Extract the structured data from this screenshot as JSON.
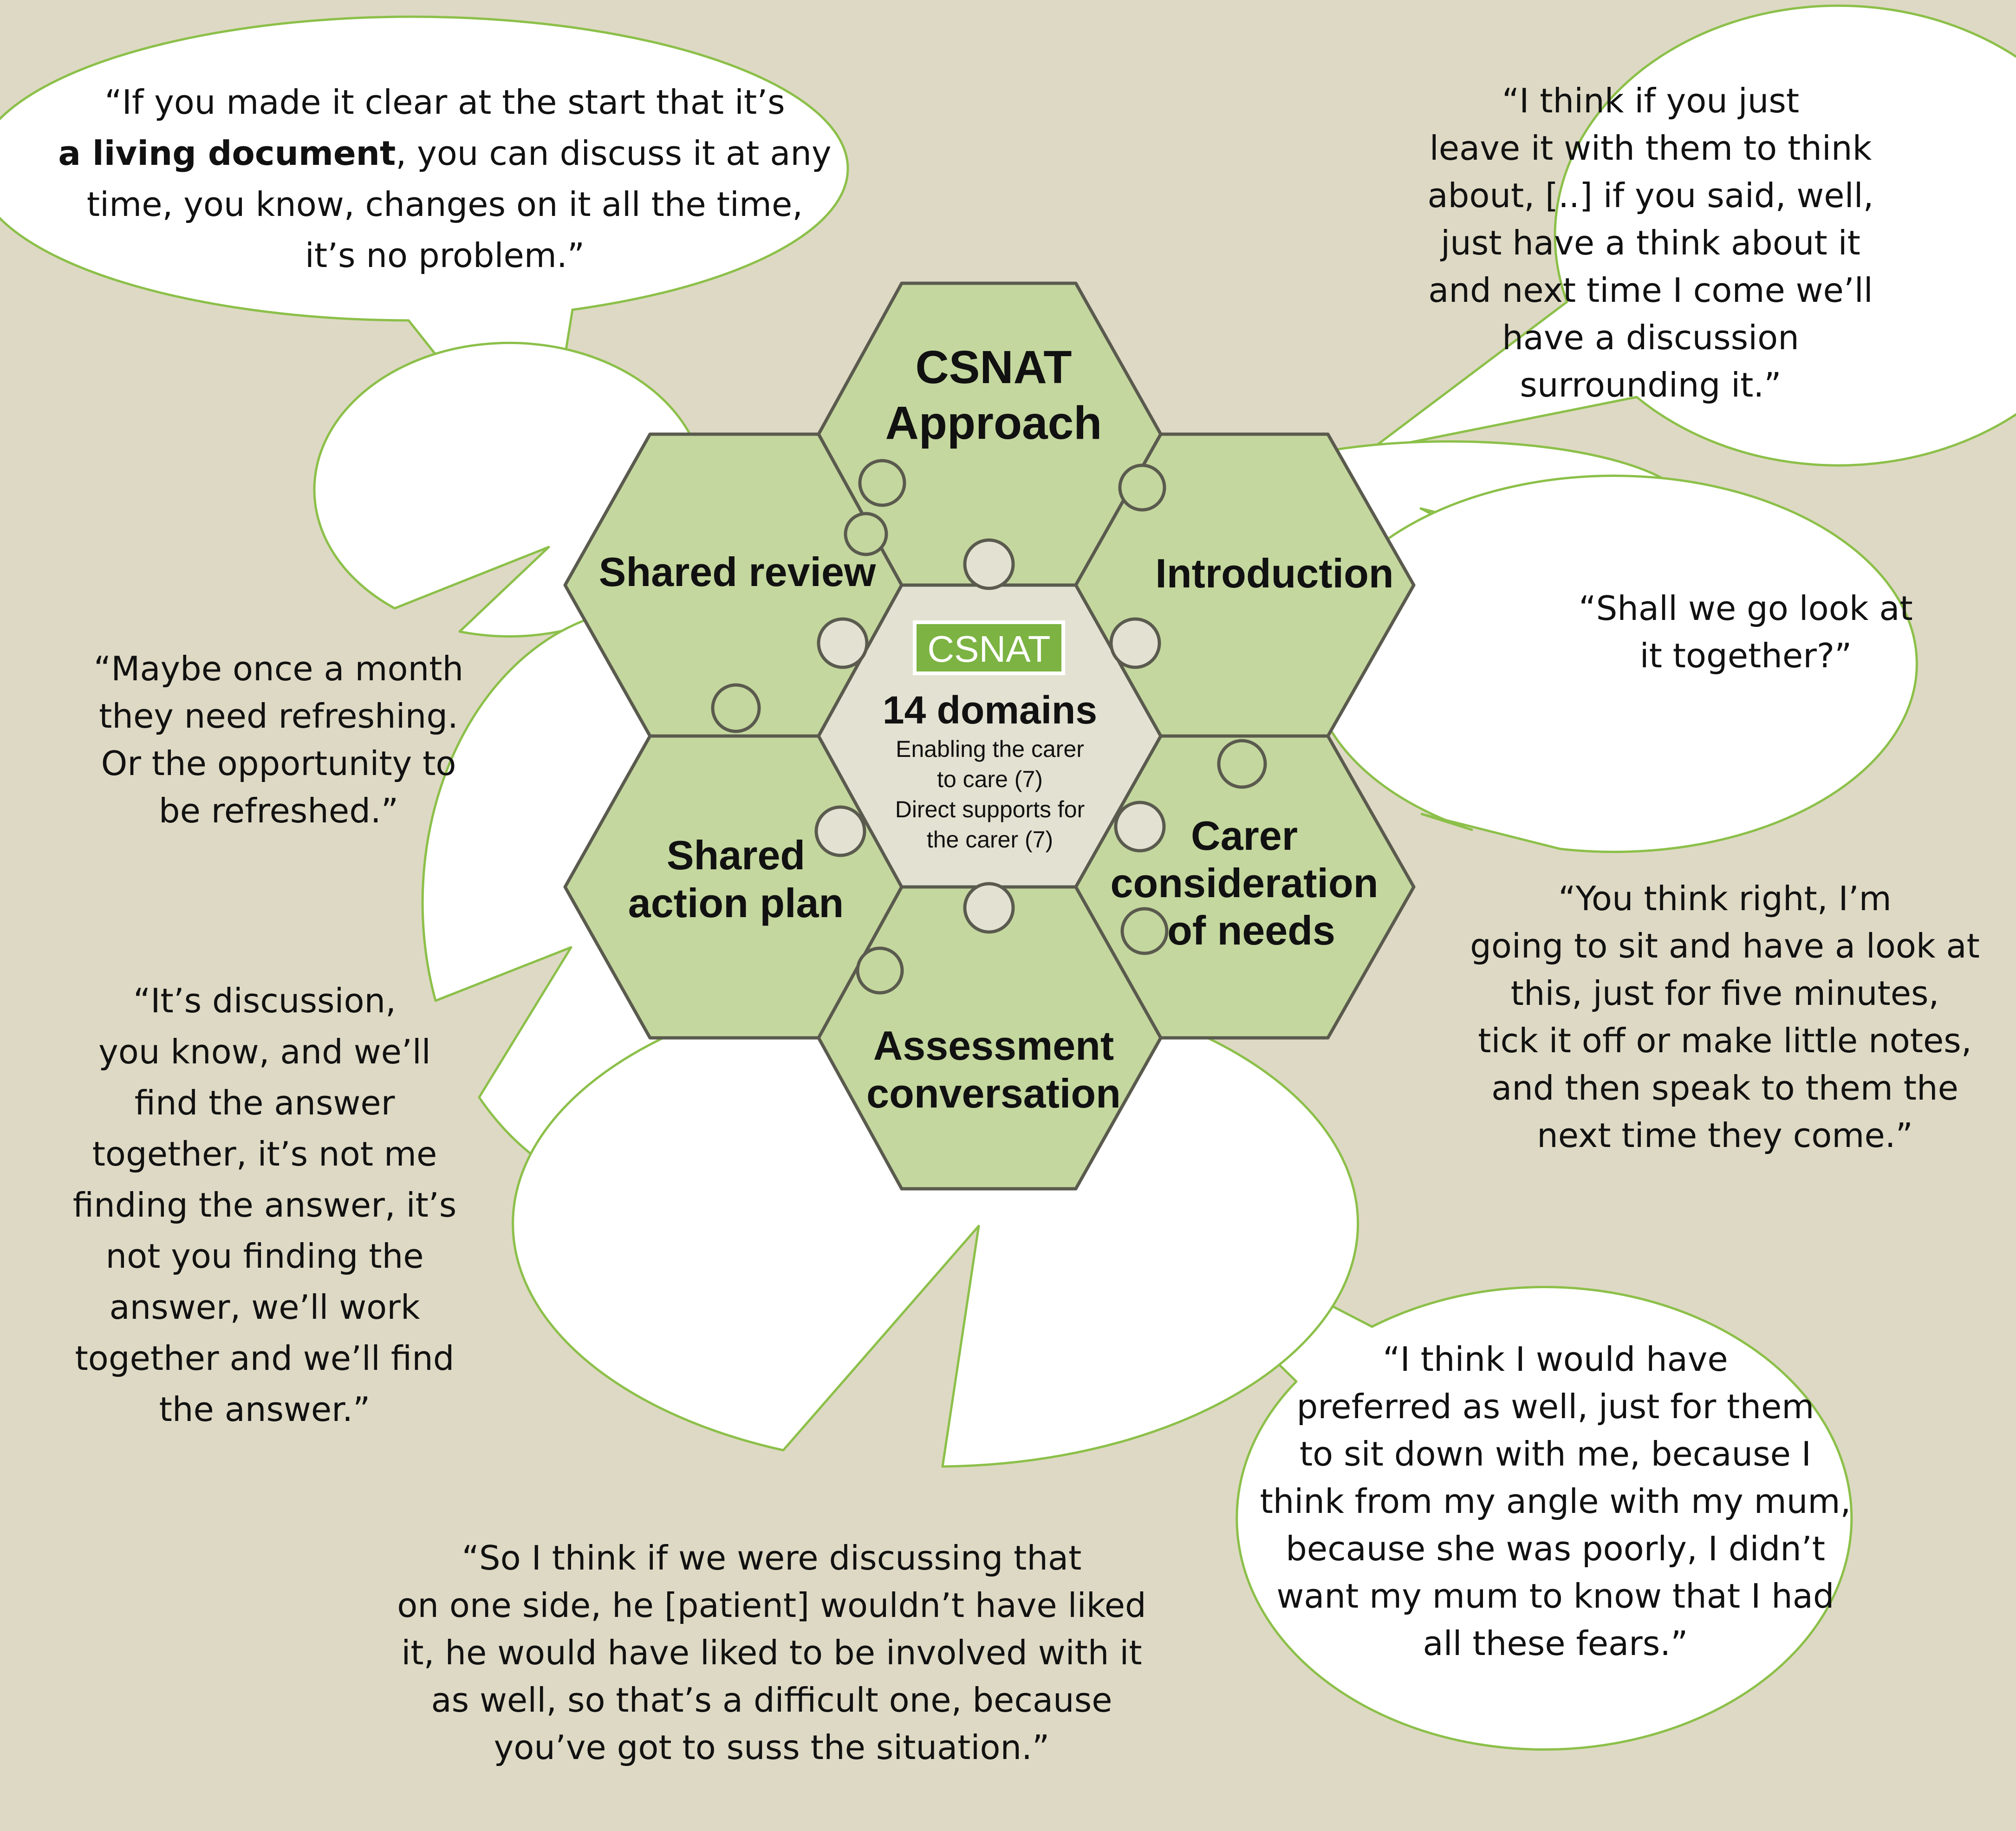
{
  "colors": {
    "background": "#ded9c4",
    "hex_fill": "#c4d79e",
    "hex_stroke": "#5a5a4e",
    "center_fill": "#e3e2d2",
    "bubble_fill": "#ffffff",
    "bubble_stroke": "#8cc04a",
    "badge_green": "#7cb342"
  },
  "diagram": {
    "approach_title": [
      "CSNAT",
      "Approach"
    ],
    "segments": {
      "introduction": [
        "Introduction"
      ],
      "carer_consideration": [
        "Carer",
        "consideration",
        "of needs"
      ],
      "assessment_conversation": [
        "Assessment",
        "conversation"
      ],
      "shared_action_plan": [
        "Shared",
        "action plan"
      ],
      "shared_review": [
        "Shared review"
      ]
    },
    "center": {
      "badge": "CSNAT",
      "title": "14 domains",
      "lines": [
        "Enabling the carer",
        "to care (7)",
        "Direct supports for",
        "the carer (7)"
      ]
    }
  },
  "quotes": {
    "living_document": {
      "line1": "“If you made it clear at the start that it’s",
      "line2_bold": "a living document",
      "line2_rest": ", you can discuss it at any",
      "line3": "time, you know, changes on it all the time,",
      "line4": "it’s no problem.”"
    },
    "leave_it": [
      "“I think if you just",
      "leave it with them to think",
      "about, [..] if you said, well,",
      "just have a think about it",
      "and next time I come we’ll",
      "have a discussion",
      "surrounding it.”"
    ],
    "look_together": [
      "“Shall we go look at",
      "it together?”"
    ],
    "refreshing": [
      "“Maybe once a month",
      "they need refreshing.",
      "Or the opportunity to",
      "be refreshed.”"
    ],
    "sit_and_look": [
      "“You think right, I’m",
      "going to sit and have a look at",
      "this, just for five minutes,",
      "tick it off or make little notes,",
      "and then speak to them the",
      "next time they come.”"
    ],
    "discussion": [
      "“It’s discussion,",
      "you know, and we’ll",
      "find the answer",
      "together, it’s not me",
      "finding the answer, it’s",
      "not you finding the",
      "answer, we’ll work",
      "together and we’ll find",
      "the answer.”"
    ],
    "preferred": [
      "“I think I would have",
      "preferred as well, just for them",
      "to sit down with me, because I",
      "think from my angle with my mum,",
      "because she was poorly, I didn’t",
      "want my mum to know that I had",
      "all these fears.”"
    ],
    "patient_side": [
      "“So I think if we were discussing that",
      "on one side, he [patient] wouldn’t have liked",
      "it, he would have liked to be involved with it",
      "as well, so that’s a difficult one, because",
      "you’ve got to suss the situation.”"
    ]
  }
}
